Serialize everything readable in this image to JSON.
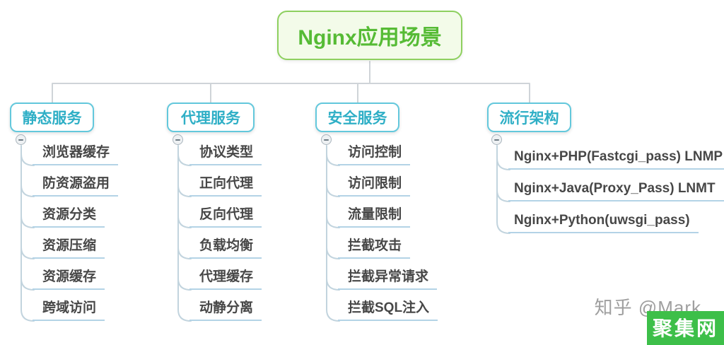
{
  "root": {
    "label": "Nginx应用场景"
  },
  "branches": [
    {
      "label": "静态服务",
      "children": [
        "浏览器缓存",
        "防资源盗用",
        "资源分类",
        "资源压缩",
        "资源缓存",
        "跨域访问"
      ]
    },
    {
      "label": "代理服务",
      "children": [
        "协议类型",
        "正向代理",
        "反向代理",
        "负载均衡",
        "代理缓存",
        "动静分离"
      ]
    },
    {
      "label": "安全服务",
      "children": [
        "访问控制",
        "访问限制",
        "流量限制",
        "拦截攻击",
        "拦截异常请求",
        "拦截SQL注入"
      ]
    },
    {
      "label": "流行架构",
      "children": [
        "Nginx+PHP(Fastcgi_pass) LNMP",
        "Nginx+Java(Proxy_Pass) LNMT",
        "Nginx+Python(uwsgi_pass)"
      ]
    }
  ],
  "watermark": {
    "author": "知乎 @Mark",
    "stamp": "聚集网"
  },
  "colors": {
    "root_border": "#8ed05f",
    "root_bg": "#f3fbe9",
    "root_text": "#56bb35",
    "branch_border": "#63c8dc",
    "branch_text": "#2fafc6",
    "child_underline": "#b3d3e6",
    "connector": "#cdd6db",
    "stamp_bg": "#3dbf49"
  }
}
